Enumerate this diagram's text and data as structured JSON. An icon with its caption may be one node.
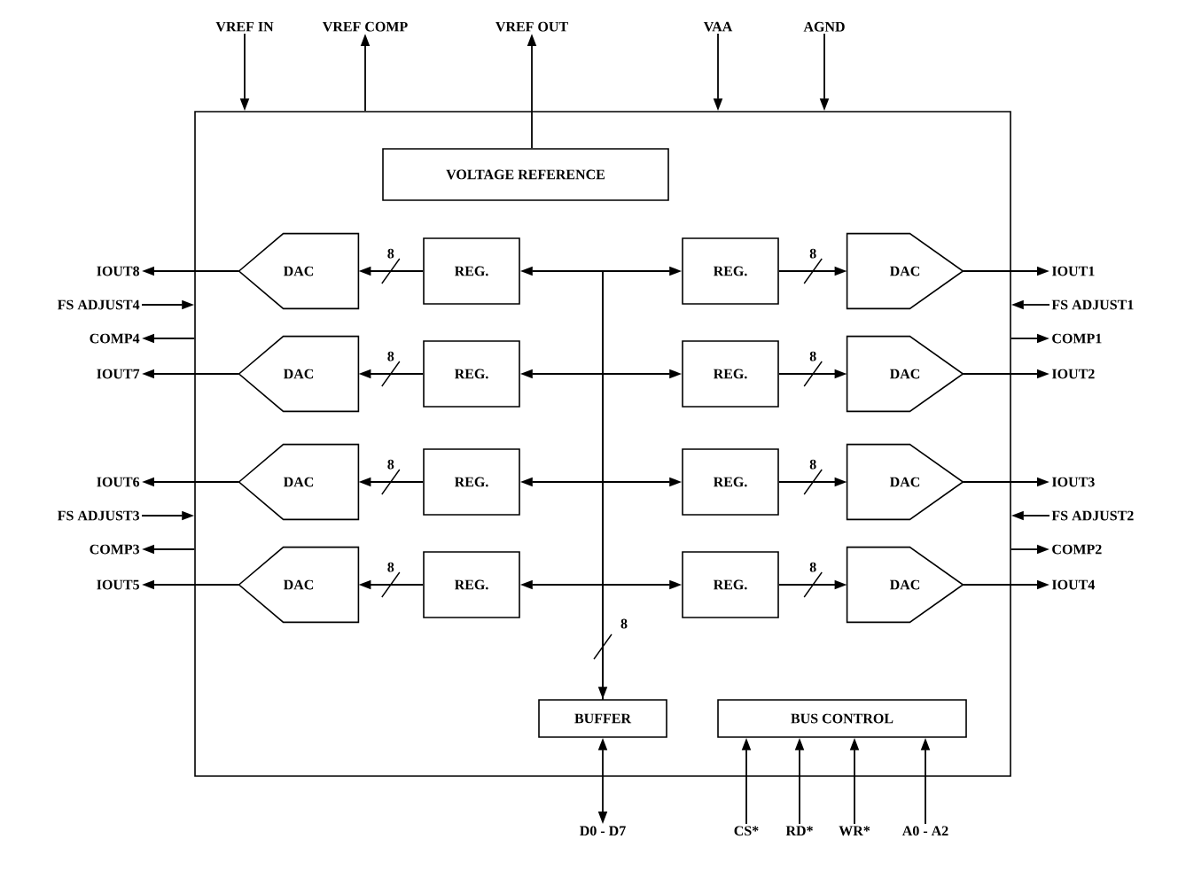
{
  "diagram": {
    "nodes": [
      {
        "text": [
          "VREF IN"
        ]
      },
      {
        "text": [
          "VREF COMP"
        ]
      },
      {
        "text": [
          "VREF OUT"
        ]
      },
      {
        "text": [
          "VAA"
        ]
      },
      {
        "text": [
          "AGND"
        ]
      },
      {
        "text": [],
        "shape": "box"
      },
      {
        "text": [
          "VOLTAGE REFERENCE"
        ],
        "in": 5
      },
      {
        "text": [
          "IOUT8"
        ]
      },
      {
        "text": [
          "DAC"
        ],
        "in": 5
      },
      {
        "text": [
          "REG."
        ],
        "in": 5
      },
      {
        "text": [
          "REG."
        ],
        "in": 5
      },
      {
        "text": [
          "DAC"
        ],
        "in": 5
      },
      {
        "text": [
          "IOUT1"
        ]
      },
      {
        "text": [
          "FS ADJUST4"
        ]
      },
      {
        "text": [
          "FS ADJUST1"
        ]
      },
      {
        "text": [
          "COMP4"
        ]
      },
      {
        "text": [
          "COMP1"
        ]
      },
      {
        "text": [
          "IOUT7"
        ]
      },
      {
        "text": [
          "DAC"
        ],
        "in": 5
      },
      {
        "text": [
          "REG."
        ],
        "in": 5
      },
      {
        "text": [
          "REG."
        ],
        "in": 5
      },
      {
        "text": [
          "DAC"
        ],
        "in": 5
      },
      {
        "text": [
          "IOUT2"
        ]
      },
      {
        "text": [
          "IOUT6"
        ]
      },
      {
        "text": [
          "DAC"
        ],
        "in": 5
      },
      {
        "text": [
          "REG."
        ],
        "in": 5
      },
      {
        "text": [
          "REG."
        ],
        "in": 5
      },
      {
        "text": [
          "DAC"
        ],
        "in": 5
      },
      {
        "text": [
          "IOUT3"
        ]
      },
      {
        "text": [
          "FS ADJUST3"
        ]
      },
      {
        "text": [
          "FS ADJUST2"
        ]
      },
      {
        "text": [
          "COMP3"
        ]
      },
      {
        "text": [
          "COMP2"
        ]
      },
      {
        "text": [
          "IOUT5"
        ]
      },
      {
        "text": [
          "DAC"
        ],
        "in": 5
      },
      {
        "text": [
          "REG."
        ],
        "in": 5
      },
      {
        "text": [
          "REG."
        ],
        "in": 5
      },
      {
        "text": [
          "DAC"
        ],
        "in": 5
      },
      {
        "text": [
          "IOUT4"
        ]
      },
      {
        "text": [
          "BUFFER"
        ],
        "in": 5
      },
      {
        "text": [
          "BUS CONTROL"
        ],
        "in": 5
      },
      {
        "text": [
          "D0 - D7"
        ]
      },
      {
        "text": [
          "CS*"
        ]
      },
      {
        "text": [
          "RD*"
        ]
      },
      {
        "text": [
          "WR*"
        ]
      },
      {
        "text": [
          "A0 - A2"
        ]
      }
    ],
    "edges": [
      {
        "from": 0,
        "to": 5,
        "arrow": "to"
      },
      {
        "from": 5,
        "to": 1,
        "arrow": "to"
      },
      {
        "from": 6,
        "to": 2,
        "arrow": "to"
      },
      {
        "from": 3,
        "to": 5,
        "arrow": "to"
      },
      {
        "from": 4,
        "to": 5,
        "arrow": "to"
      },
      {
        "from": 8,
        "to": 7,
        "arrow": "to"
      },
      {
        "from": 9,
        "to": 8,
        "arrow": "to",
        "label": "8"
      },
      {
        "from": 10,
        "to": 11,
        "arrow": "to",
        "label": "8"
      },
      {
        "from": 11,
        "to": 12,
        "arrow": "to"
      },
      {
        "from": 39,
        "to": 9,
        "arrow": "to"
      },
      {
        "from": 39,
        "to": 10,
        "arrow": "to"
      },
      {
        "from": 13,
        "to": 5,
        "arrow": "to"
      },
      {
        "from": 14,
        "to": 5,
        "arrow": "to"
      },
      {
        "from": 5,
        "to": 15,
        "arrow": "to"
      },
      {
        "from": 5,
        "to": 16,
        "arrow": "to"
      },
      {
        "from": 18,
        "to": 17,
        "arrow": "to"
      },
      {
        "from": 19,
        "to": 18,
        "arrow": "to",
        "label": "8"
      },
      {
        "from": 20,
        "to": 21,
        "arrow": "to",
        "label": "8"
      },
      {
        "from": 21,
        "to": 22,
        "arrow": "to"
      },
      {
        "from": 39,
        "to": 19,
        "arrow": "to"
      },
      {
        "from": 39,
        "to": 20,
        "arrow": "to"
      },
      {
        "from": 24,
        "to": 23,
        "arrow": "to"
      },
      {
        "from": 25,
        "to": 24,
        "arrow": "to",
        "label": "8"
      },
      {
        "from": 26,
        "to": 27,
        "arrow": "to",
        "label": "8"
      },
      {
        "from": 27,
        "to": 28,
        "arrow": "to"
      },
      {
        "from": 39,
        "to": 25,
        "arrow": "to"
      },
      {
        "from": 39,
        "to": 26,
        "arrow": "to"
      },
      {
        "from": 29,
        "to": 5,
        "arrow": "to"
      },
      {
        "from": 30,
        "to": 5,
        "arrow": "to"
      },
      {
        "from": 5,
        "to": 31,
        "arrow": "to"
      },
      {
        "from": 5,
        "to": 32,
        "arrow": "to"
      },
      {
        "from": 34,
        "to": 33,
        "arrow": "to"
      },
      {
        "from": 35,
        "to": 34,
        "arrow": "to",
        "label": "8"
      },
      {
        "from": 36,
        "to": 37,
        "arrow": "to",
        "label": "8"
      },
      {
        "from": 37,
        "to": 38,
        "arrow": "to"
      },
      {
        "from": 39,
        "to": 35,
        "arrow": "both"
      },
      {
        "from": 39,
        "to": 36,
        "arrow": "to"
      },
      {
        "from": 39,
        "to": 41,
        "arrow": "both"
      },
      {
        "from": 42,
        "to": 40,
        "arrow": "to"
      },
      {
        "from": 43,
        "to": 40,
        "arrow": "to"
      },
      {
        "from": 44,
        "to": 40,
        "arrow": "to"
      },
      {
        "from": 45,
        "to": 40,
        "arrow": "to"
      }
    ],
    "labels": [
      "8"
    ]
  }
}
